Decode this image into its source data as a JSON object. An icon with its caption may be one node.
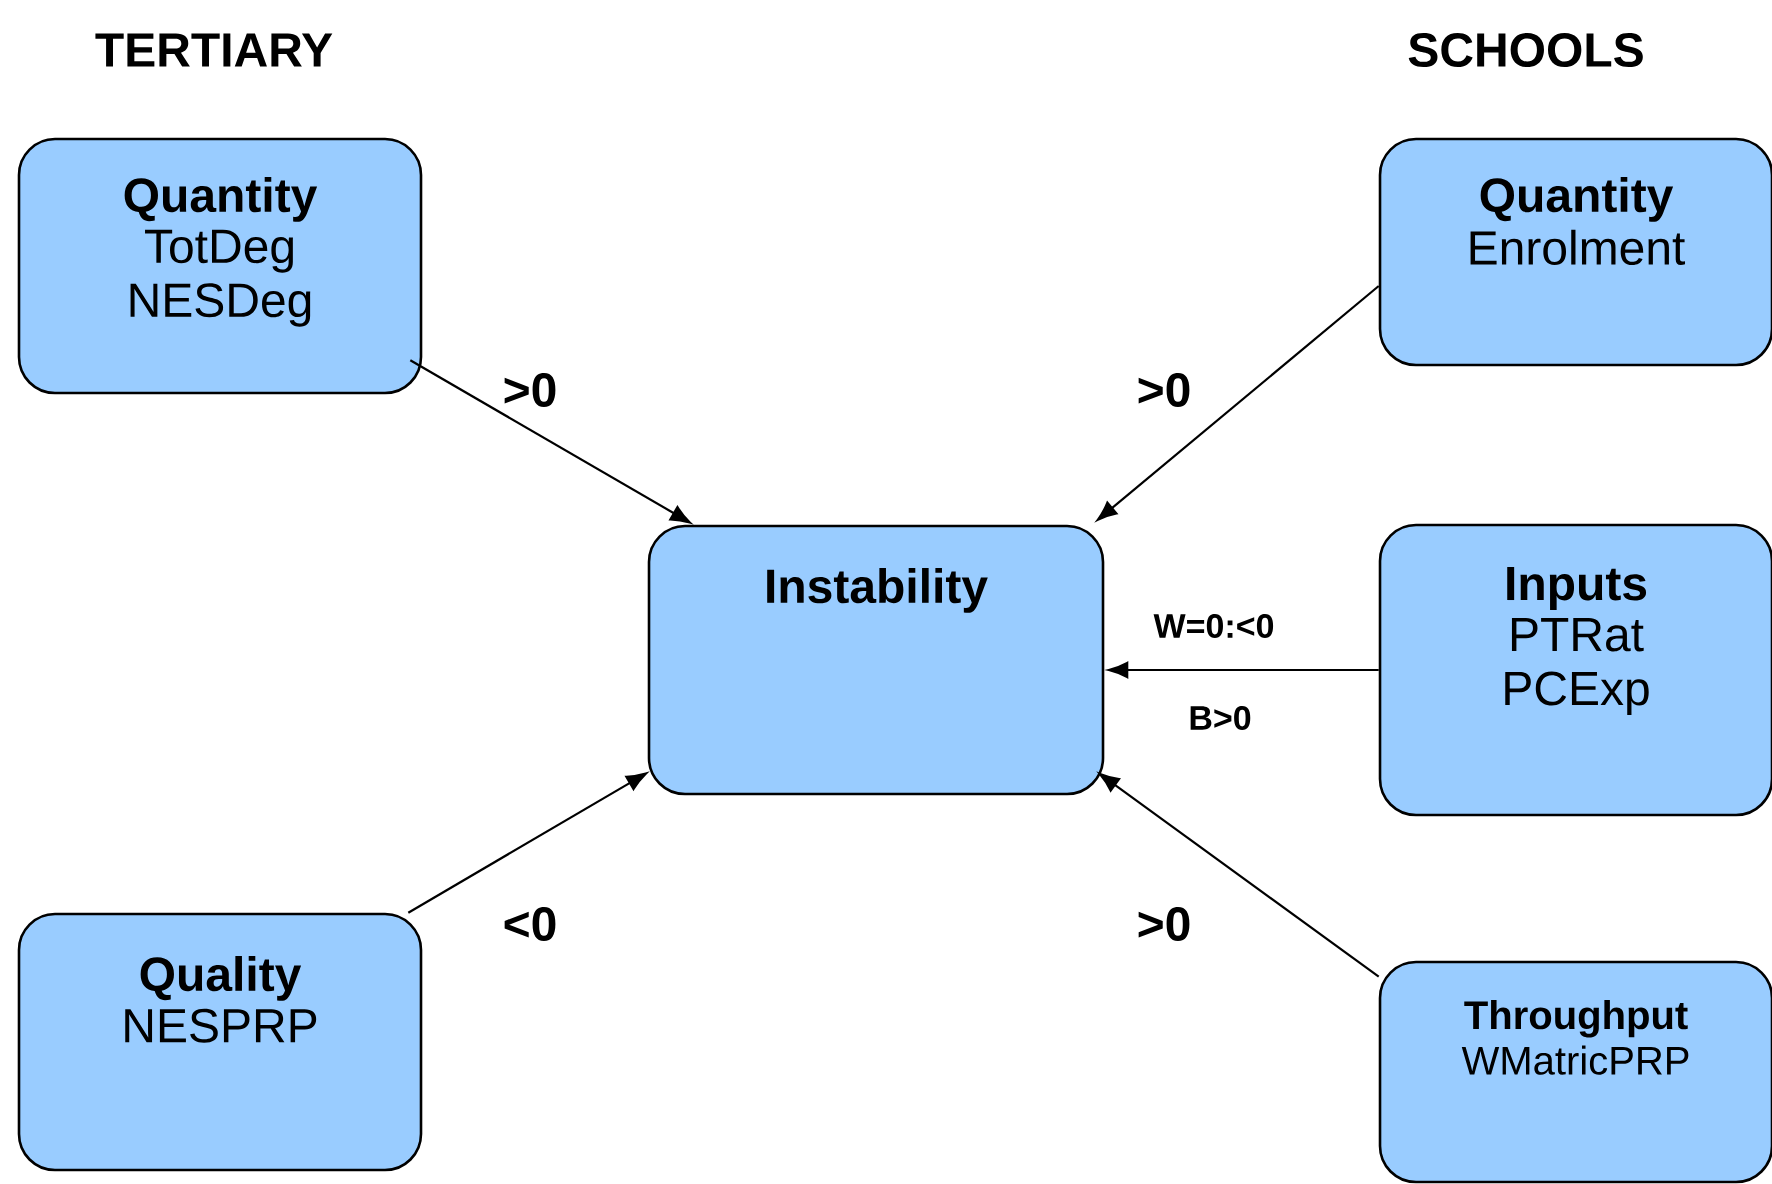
{
  "diagram": {
    "nodes": [
      {
        "text": [
          "Quantity",
          "TotDeg NESDeg"
        ]
      },
      {
        "text": [
          "Quantity",
          "Enrolment"
        ]
      },
      {
        "text": [
          "Instability"
        ]
      },
      {
        "text": [
          "Inputs",
          "PTRat PCExp"
        ]
      },
      {
        "text": [
          "Quality",
          "NESPRP"
        ]
      },
      {
        "text": [
          "Throughput",
          "WMatricPRP"
        ]
      }
    ],
    "edges": [
      {
        "from": 0,
        "to": 2,
        "arrow": "to",
        "label": ">0"
      },
      {
        "from": 1,
        "to": 2,
        "arrow": "to",
        "label": ">0"
      },
      {
        "from": 3,
        "to": 2,
        "arrow": "to",
        "label": "W=0:<0"
      },
      {
        "from": 4,
        "to": 2,
        "arrow": "to",
        "label": "<0"
      },
      {
        "from": 5,
        "to": 2,
        "arrow": "to",
        "label": ">0"
      }
    ],
    "labels": [
      "TERTIARY",
      "SCHOOLS",
      "B>0"
    ]
  }
}
